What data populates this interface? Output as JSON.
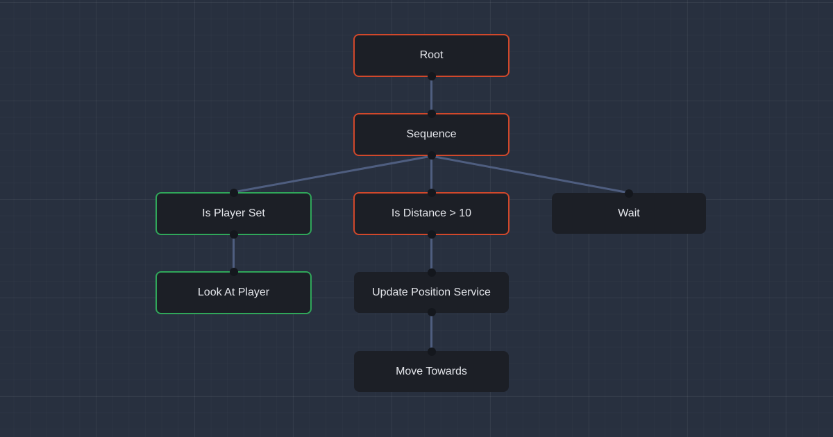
{
  "theme": {
    "background": "#28303f",
    "node_fill": "#1c1f26",
    "edge_color": "#4f5e80",
    "status_colors": {
      "running": "#d1482b",
      "success": "#30a75a",
      "idle": "#1c1f26"
    }
  },
  "nodes": [
    {
      "id": "root",
      "label": "Root",
      "status": "running"
    },
    {
      "id": "sequence",
      "label": "Sequence",
      "status": "running"
    },
    {
      "id": "is_player_set",
      "label": "Is Player Set",
      "status": "success"
    },
    {
      "id": "is_distance",
      "label": "Is Distance > 10",
      "status": "running"
    },
    {
      "id": "wait",
      "label": "Wait",
      "status": "idle"
    },
    {
      "id": "look_at_player",
      "label": "Look At Player",
      "status": "success"
    },
    {
      "id": "update_position",
      "label": "Update Position Service",
      "status": "idle"
    },
    {
      "id": "move_towards",
      "label": "Move Towards",
      "status": "idle"
    }
  ],
  "edges": [
    {
      "from": "root",
      "to": "sequence"
    },
    {
      "from": "sequence",
      "to": "is_player_set"
    },
    {
      "from": "sequence",
      "to": "is_distance"
    },
    {
      "from": "sequence",
      "to": "wait"
    },
    {
      "from": "is_player_set",
      "to": "look_at_player"
    },
    {
      "from": "is_distance",
      "to": "update_position"
    },
    {
      "from": "update_position",
      "to": "move_towards"
    }
  ]
}
